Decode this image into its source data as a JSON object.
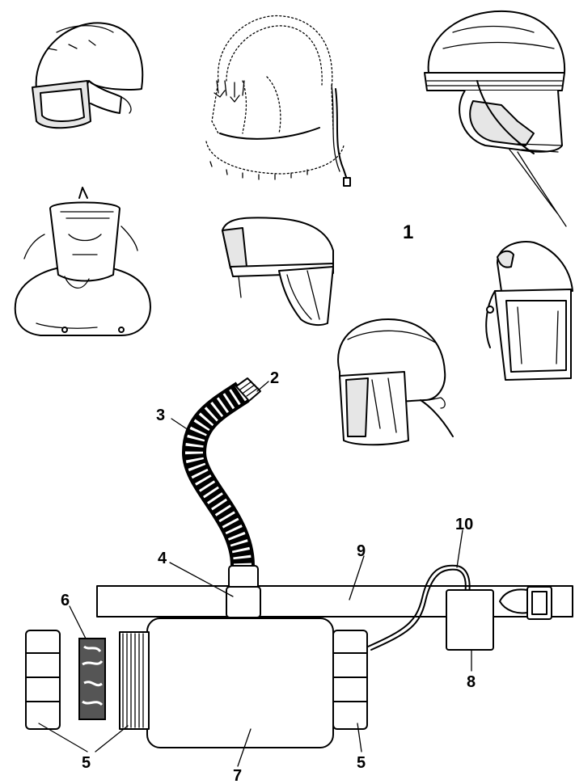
{
  "figure": {
    "group_label": "1",
    "labels": {
      "hose_connector": "2",
      "breathing_hose": "3",
      "hose_coupling": "4",
      "filter_cap_left": "5",
      "filter_cap_right": "5",
      "filter_cap_center": "5",
      "prefilter": "6",
      "blower_unit": "7",
      "battery_pack": "8",
      "belt": "9",
      "power_cable": "10"
    }
  }
}
